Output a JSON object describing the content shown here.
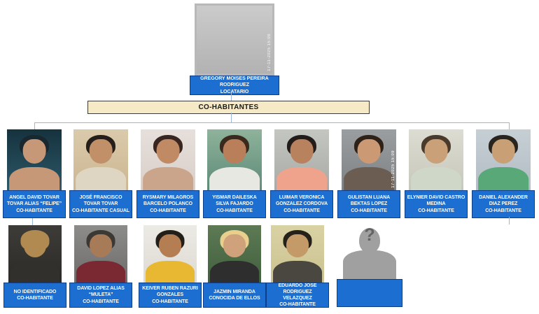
{
  "root": {
    "name": "GREGORY MOISES PEREIRA RODRIGUEZ",
    "role": "LOCATARIO",
    "timestamp": "17-11-2025 15:08",
    "photo": {
      "bg1": "#cbcbcb",
      "bg2": "#b2b2b2",
      "hair": "#242424",
      "skin": "#b98e6e",
      "shirt": "#e6e4de"
    }
  },
  "banner": {
    "label": "CO-HABITANTES"
  },
  "row1": [
    {
      "name": "ANGEL DAVID TOVAR TOVAR  ALIAS “FELIPE”",
      "role": "CO-HABITANTE",
      "photo": {
        "bg1": "#16323e",
        "bg2": "#2c5868",
        "hair": "#18282e",
        "skin": "#c79878",
        "shirt": "#c79878"
      }
    },
    {
      "name": "JOSÉ FRANCISCO TOVAR TOVAR",
      "role": "CO-HABITANTE CASUAL",
      "photo": {
        "bg1": "#dacaac",
        "bg2": "#ccb690",
        "hair": "#241f1a",
        "skin": "#c29068",
        "shirt": "#ded6c2"
      }
    },
    {
      "name": "RYSMARY MILAGROS BARCELO POLANCO",
      "role": "CO-HABITANTE",
      "photo": {
        "bg1": "#e6dfdb",
        "bg2": "#d9cfc9",
        "hair": "#3a2620",
        "skin": "#c08a64",
        "shirt": "#caa58c"
      }
    },
    {
      "name": "YISMAR DAILESKA SILVA FAJARDO",
      "role": "CO-HABITANTE",
      "photo": {
        "bg1": "#8fb39b",
        "bg2": "#5d8a78",
        "hair": "#3a2a1e",
        "skin": "#b97f5a",
        "shirt": "#e8e8e2"
      }
    },
    {
      "name": "LUIMAR VERONICA GONZALEZ CORDOVA",
      "role": "CO-HABITANTE",
      "photo": {
        "bg1": "#c3c6c1",
        "bg2": "#a8aaa6",
        "hair": "#221c1a",
        "skin": "#b9825e",
        "shirt": "#efa28c"
      }
    },
    {
      "name": "GULISTAN LUANA BEKTAS LOPEZ",
      "role": "CO-HABITANTE",
      "timestamp": "17-11-2025 15:09",
      "photo": {
        "bg1": "#9a9ea0",
        "bg2": "#7e8284",
        "hair": "#2e2118",
        "skin": "#cb9a74",
        "shirt": "#6b5d52"
      }
    },
    {
      "name": "ELYNIER DAVID CASTRO MEDINA",
      "role": "CO-HABITANTE",
      "photo": {
        "bg1": "#dcdcd2",
        "bg2": "#c7c7bb",
        "hair": "#4a3a2c",
        "skin": "#c9a078",
        "shirt": "#cfd8c8"
      }
    },
    {
      "name": "DANIEL ALEXANDER DIAZ PEREZ",
      "role": "CO-HABITANTE",
      "photo": {
        "bg1": "#c6cfd4",
        "bg2": "#b2bdc4",
        "hair": "#2a241e",
        "skin": "#c9a076",
        "shirt": "#58a878"
      }
    }
  ],
  "row2": [
    {
      "name": "NO IDENTIFICADO",
      "role": "CO-HABITANTE",
      "photo": {
        "bg1": "#3e3c38",
        "bg2": "#2b2a26",
        "hair": "#b08a50",
        "skin": "#b08a50",
        "shirt": "#32302c"
      }
    },
    {
      "name": "DAVID LOPEZ ALIAS “MULETA”",
      "role": "CO-HABITANTE",
      "photo": {
        "bg1": "#8c8c8a",
        "bg2": "#6e6c6a",
        "hair": "#3c3834",
        "skin": "#a87b58",
        "shirt": "#7a2832"
      }
    },
    {
      "name": "KEIVER RUBEN RAZURI GONZALES",
      "role": "CO-HABITANTE",
      "photo": {
        "bg1": "#eceae4",
        "bg2": "#dcdad2",
        "hair": "#241e18",
        "skin": "#b57e52",
        "shirt": "#e9b832"
      }
    },
    {
      "name": "JAZMIN MIRANDA",
      "role": "CONOCIDA DE ELLOS",
      "photo": {
        "bg1": "#5d7a55",
        "bg2": "#42603e",
        "hair": "#e9cf8e",
        "skin": "#cfa27c",
        "shirt": "#2e2e2e"
      }
    },
    {
      "name": "EDUARDO JOSE RODRIGUEZ VELAZQUEZ",
      "role": "CO-HABITANTE",
      "photo": {
        "bg1": "#d9d2a4",
        "bg2": "#ccc290",
        "hair": "#26201a",
        "skin": "#c39a68",
        "shirt": "#4a4640"
      }
    }
  ],
  "unknown_member": {
    "question_mark": "?",
    "name": "",
    "role": ""
  },
  "colors": {
    "label_bg": "#1c6ed0",
    "label_border": "#0d3e8c",
    "banner_bg": "#f6e9c5",
    "banner_border": "#3a3a3a",
    "line": "#9ab6d8",
    "silhouette": "#a0a0a0"
  }
}
